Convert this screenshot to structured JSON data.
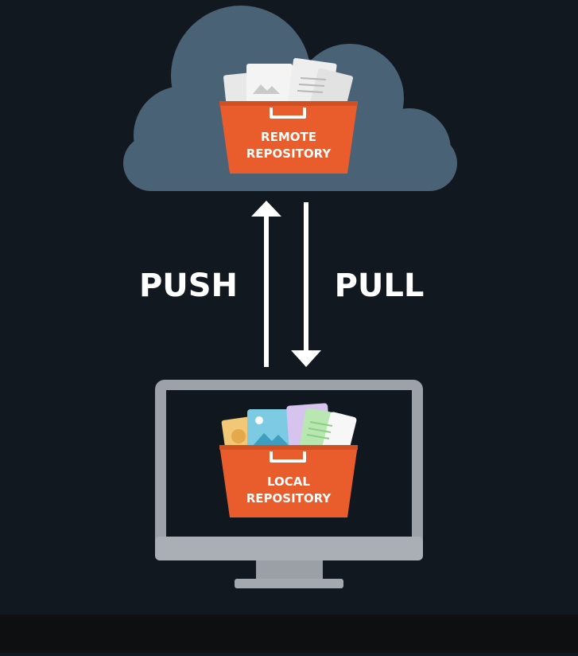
{
  "diagram": {
    "remote_label_line1": "REMOTE",
    "remote_label_line2": "REPOSITORY",
    "local_label_line1": "LOCAL",
    "local_label_line2": "REPOSITORY",
    "push_label": "PUSH",
    "pull_label": "PULL"
  },
  "colors": {
    "background": "#121820",
    "cloud": "#4a6275",
    "repository_box": "#e95c2b",
    "arrow": "#ffffff",
    "monitor_frame": "#9ca2a8",
    "monitor_screen": "#11171e"
  },
  "icons": [
    "cloud-icon",
    "monitor-icon",
    "repository-box-icon",
    "document-icon",
    "image-file-icon"
  ]
}
